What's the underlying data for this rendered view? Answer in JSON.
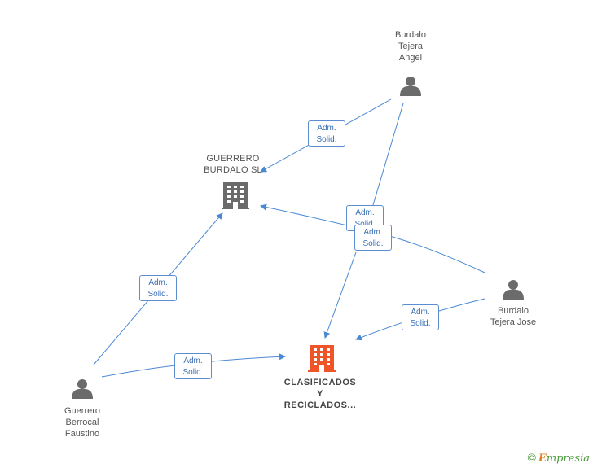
{
  "nodes": {
    "angel": {
      "lines": [
        "Burdalo",
        "Tejera",
        "Angel"
      ]
    },
    "jose": {
      "lines": [
        "Burdalo",
        "Tejera Jose"
      ]
    },
    "faustino": {
      "lines": [
        "Guerrero",
        "Berrocal",
        "Faustino"
      ]
    },
    "guerrero_sl": {
      "lines": [
        "GUERRERO",
        "BURDALO SL"
      ]
    },
    "clasificados": {
      "lines": [
        "CLASIFICADOS",
        "Y",
        "RECICLADOS..."
      ]
    }
  },
  "edges": [
    {
      "line1": "Adm.",
      "line2": "Solid."
    },
    {
      "line1": "Adm.",
      "line2": "Solid."
    },
    {
      "line1": "Adm.",
      "line2": "Solid."
    },
    {
      "line1": "Adm.",
      "line2": "Solid."
    },
    {
      "line1": "Adm.",
      "line2": "Solid."
    },
    {
      "line1": "Adm.",
      "line2": "Solid."
    }
  ],
  "colors": {
    "edge": "#4a88d4",
    "person": "#6b6b6b",
    "company": "#6b6b6b",
    "main_company": "#f0552a"
  },
  "brand": {
    "copyright": "©",
    "e": "E",
    "rest": "mpresia"
  }
}
